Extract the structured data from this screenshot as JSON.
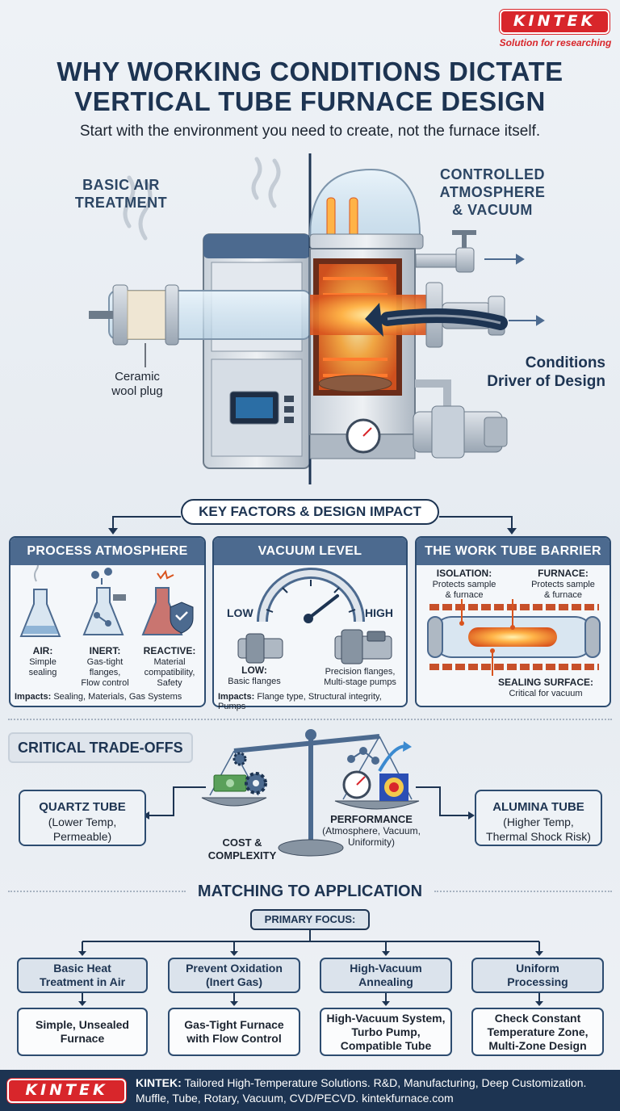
{
  "brand": {
    "name": "KINTEK",
    "tagline": "Solution for researching"
  },
  "header": {
    "title_line1": "WHY WORKING CONDITIONS DICTATE",
    "title_line2": "VERTICAL TUBE FURNACE DESIGN",
    "subtitle": "Start with the environment you need to create, not the furnace itself."
  },
  "hero": {
    "left_label_1": "BASIC AIR",
    "left_label_2": "TREATMENT",
    "right_label_1": "CONTROLLED",
    "right_label_2": "ATMOSPHERE",
    "right_label_3": "& VACUUM",
    "callout_1": "Ceramic",
    "callout_2": "wool plug",
    "driver_1": "Conditions",
    "driver_2": "Driver of Design"
  },
  "key_factors": {
    "title": "KEY FACTORS & DESIGN IMPACT",
    "atmosphere": {
      "title": "PROCESS ATMOSPHERE",
      "air_title": "AIR:",
      "air_desc_1": "Simple",
      "air_desc_2": "sealing",
      "inert_title": "INERT:",
      "inert_desc_1": "Gas-tight",
      "inert_desc_2": "flanges,",
      "inert_desc_3": "Flow control",
      "reactive_title": "REACTIVE:",
      "reactive_desc_1": "Material",
      "reactive_desc_2": "compatibility,",
      "reactive_desc_3": "Safety",
      "impacts_label": "Impacts:",
      "impacts_text": "Sealing, Materials, Gas Systems"
    },
    "vacuum": {
      "title": "VACUUM LEVEL",
      "low": "LOW",
      "high": "HIGH",
      "low_title": "LOW:",
      "low_desc": "Basic flanges",
      "high_desc_1": "Precision flanges,",
      "high_desc_2": "Multi-stage pumps",
      "impacts_label": "Impacts:",
      "impacts_text": "Flange type, Structural integrity, Pumps"
    },
    "tube": {
      "title": "THE WORK TUBE BARRIER",
      "isolation_title": "ISOLATION:",
      "isolation_desc_1": "Protects sample",
      "isolation_desc_2": "& furnace",
      "furnace_title": "FURNACE:",
      "furnace_desc_1": "Protects sample",
      "furnace_desc_2": "& furnace",
      "seal_title": "SEALING SURFACE:",
      "seal_desc": "Critical for vacuum"
    }
  },
  "tradeoffs": {
    "title": "CRITICAL TRADE-OFFS",
    "quartz_title": "QUARTZ TUBE",
    "quartz_desc_1": "(Lower Temp,",
    "quartz_desc_2": "Permeable)",
    "alumina_title": "ALUMINA TUBE",
    "alumina_desc_1": "(Higher Temp,",
    "alumina_desc_2": "Thermal Shock Risk)",
    "cost_1": "COST &",
    "cost_2": "COMPLEXITY",
    "perf_title": "PERFORMANCE",
    "perf_desc_1": "(Atmosphere, Vacuum,",
    "perf_desc_2": "Uniformity)"
  },
  "application": {
    "title": "MATCHING TO APPLICATION",
    "focus": "PRIMARY FOCUS:",
    "columns": [
      {
        "top_1": "Basic Heat",
        "top_2": "Treatment in Air",
        "bot_1": "Simple, Unsealed",
        "bot_2": "Furnace",
        "bot_3": ""
      },
      {
        "top_1": "Prevent Oxidation",
        "top_2": "(Inert Gas)",
        "bot_1": "Gas-Tight Furnace",
        "bot_2": "with Flow Control",
        "bot_3": ""
      },
      {
        "top_1": "High-Vacuum",
        "top_2": "Annealing",
        "bot_1": "High-Vacuum System,",
        "bot_2": "Turbo Pump,",
        "bot_3": "Compatible Tube"
      },
      {
        "top_1": "Uniform",
        "top_2": "Processing",
        "bot_1": "Check Constant",
        "bot_2": "Temperature Zone,",
        "bot_3": "Multi-Zone Design"
      }
    ]
  },
  "footer": {
    "line1_bold": "KINTEK:",
    "line1": "Tailored High-Temperature Solutions. R&D, Manufacturing, Deep Customization.",
    "line2": "Muffle, Tube, Rotary, Vacuum, CVD/PECVD. kintekfurnace.com"
  }
}
